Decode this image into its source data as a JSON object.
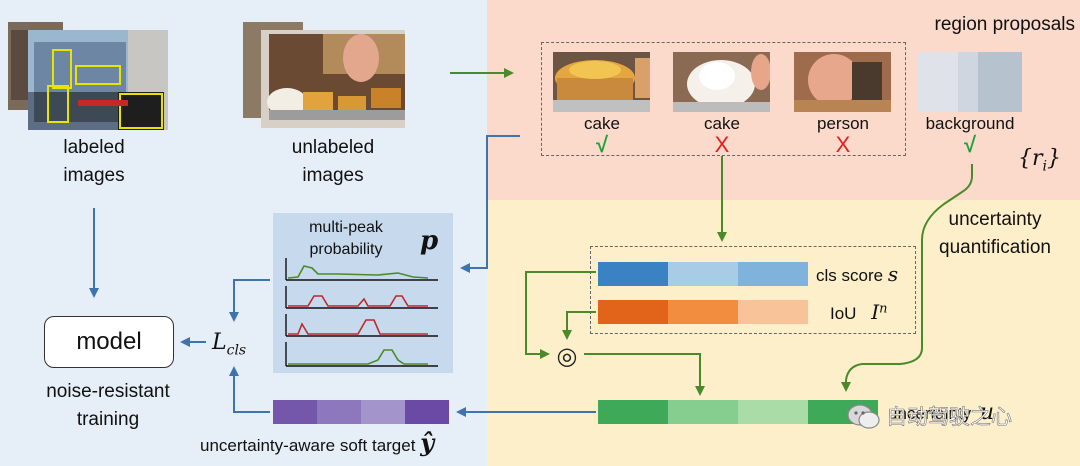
{
  "inputs": {
    "labeled_label": "labeled\nimages",
    "unlabeled_label": "unlabeled\nimages"
  },
  "proposals": {
    "title": "region proposals",
    "set_symbol": "{r",
    "set_symbol_sub": "i",
    "set_symbol_close": "}",
    "items": [
      {
        "label": "cake",
        "mark": "√",
        "mark_color": "#22a33a"
      },
      {
        "label": "cake",
        "mark": "X",
        "mark_color": "#e02020"
      },
      {
        "label": "person",
        "mark": "X",
        "mark_color": "#e02020"
      },
      {
        "label": "background",
        "mark": "√",
        "mark_color": "#22a33a"
      }
    ]
  },
  "uncertainty": {
    "title_line1": "uncertainty",
    "title_line2": "quantification",
    "cls_score_label": "cls score",
    "cls_symbol": "s",
    "iou_label": "IoU",
    "iou_symbol": "I",
    "iou_sup": "n",
    "combine_symbol": "◎",
    "u_label": "uncertainty",
    "u_symbol": "u"
  },
  "probability": {
    "title_line1": "multi-peak",
    "title_line2": "probability",
    "symbol": "p"
  },
  "loss": {
    "symbol": "L",
    "sub": "cls"
  },
  "model": {
    "label": "model",
    "caption_line1": "noise-resistant",
    "caption_line2": "training"
  },
  "soft_target": {
    "label": "uncertainty-aware soft target",
    "symbol": "ŷ"
  },
  "watermark": {
    "text": "自动驾驶之心"
  },
  "colors": {
    "labeled_bg": "#e6eff8",
    "proposal_bg": "#fbd9cb",
    "uncertainty_bg": "#fdefc9",
    "prob_panel": "#c7d9ec",
    "arrow_blue": "#3d74ad",
    "arrow_green": "#4b8a2a",
    "cls_bar": [
      "#3a82c4",
      "#a8cce6",
      "#7fb3dc"
    ],
    "iou_bar": [
      "#e2641a",
      "#f28c3e",
      "#f9c39a"
    ],
    "u_bar": [
      "#3fa95a",
      "#86cd90",
      "#a9dca6",
      "#3fa95a"
    ],
    "soft_bar": [
      "#7457ab",
      "#8d78bd",
      "#a395cb",
      "#6a4aa4"
    ]
  }
}
